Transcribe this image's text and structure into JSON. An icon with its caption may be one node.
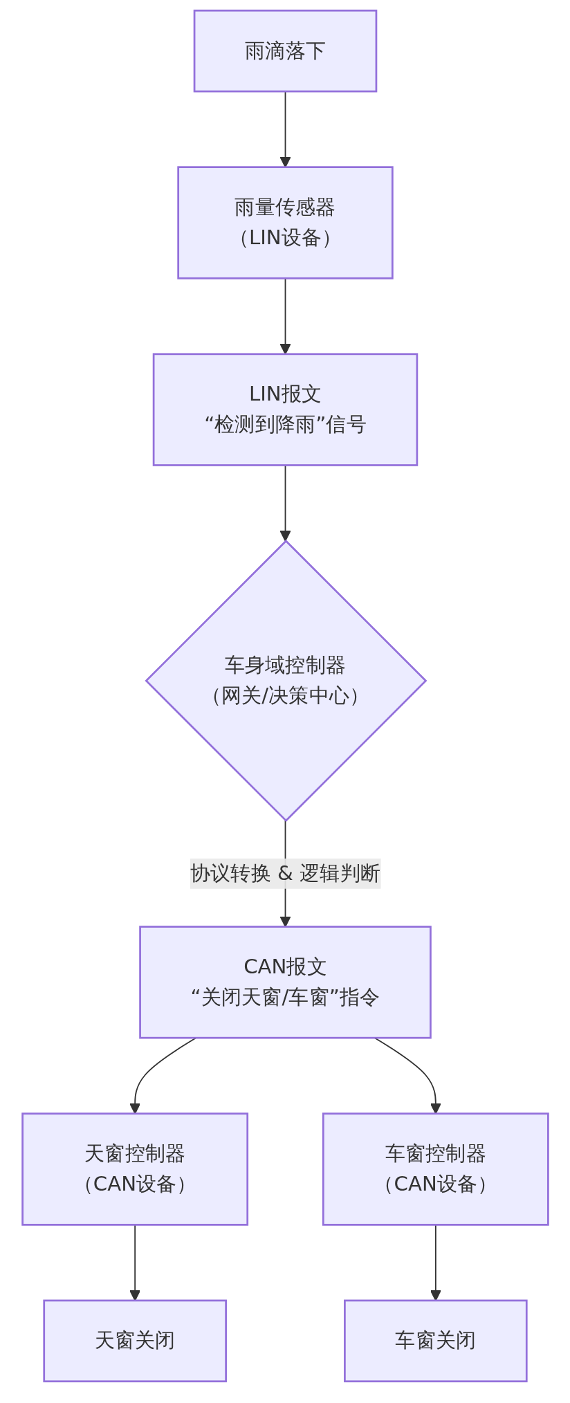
{
  "diagram": {
    "nodes": [
      {
        "text": [
          "雨滴落下"
        ]
      },
      {
        "text": [
          "雨量传感器",
          "（LIN设备）"
        ]
      },
      {
        "text": [
          "LIN报文",
          "“检测到降雨”信号"
        ]
      },
      {
        "text": [
          "车身域控制器",
          "（网关/决策中心）"
        ]
      },
      {
        "text": [
          "CAN报文",
          "“关闭天窗/车窗”指令"
        ]
      },
      {
        "text": [
          "天窗控制器",
          "（CAN设备）"
        ]
      },
      {
        "text": [
          "车窗控制器",
          "（CAN设备）"
        ]
      },
      {
        "text": [
          "天窗关闭"
        ]
      },
      {
        "text": [
          "车窗关闭"
        ]
      }
    ],
    "edges": [
      {
        "from": 0,
        "to": 1,
        "arrow": "to"
      },
      {
        "from": 1,
        "to": 2,
        "arrow": "to"
      },
      {
        "from": 2,
        "to": 3,
        "arrow": "to"
      },
      {
        "from": 3,
        "to": 4,
        "arrow": "to",
        "label": "协议转换 & 逻辑判断"
      },
      {
        "from": 4,
        "to": 5,
        "arrow": "to"
      },
      {
        "from": 4,
        "to": 6,
        "arrow": "to"
      },
      {
        "from": 5,
        "to": 7,
        "arrow": "to"
      },
      {
        "from": 6,
        "to": 8,
        "arrow": "to"
      }
    ]
  }
}
